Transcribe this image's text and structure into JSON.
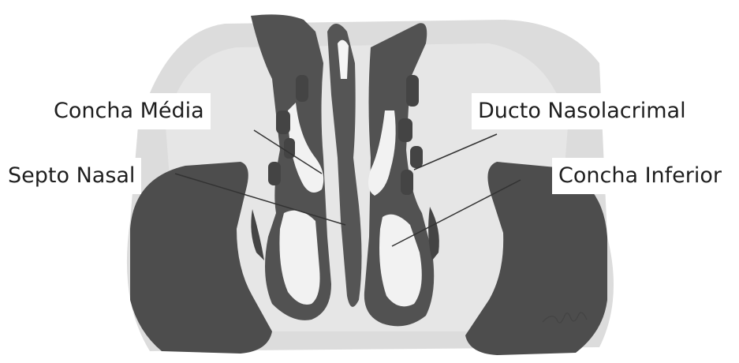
{
  "labels": {
    "concha_media": "Concha Média",
    "septo_nasal": "Septo Nasal",
    "ducto_nasolacrimal": "Ducto Nasolacrimal",
    "concha_inferior": "Concha Inferior"
  },
  "signature": "Ylda",
  "colors": {
    "background": "#ffffff",
    "paper_shading": "#dcdcdc",
    "bone": "#555555",
    "cavity": "#f2f2f2",
    "text": "#1e1e1e",
    "leader": "#333333"
  }
}
